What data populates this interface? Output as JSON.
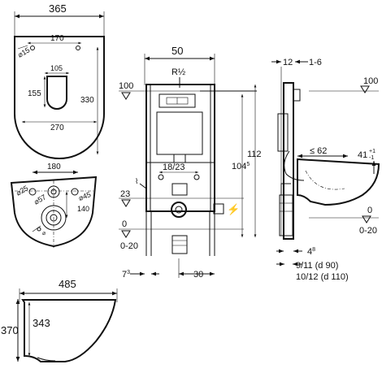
{
  "top_view": {
    "width": "365",
    "fix_spacing": "170",
    "fix_hole": "⌀15",
    "seat_width": "105",
    "bowl_depth": "155",
    "depth": "330",
    "bowl_width": "270"
  },
  "rear_view": {
    "spacing": "180",
    "hole_a": "⌀25",
    "hole_b": "⌀57",
    "hole_c": "⌀45",
    "height": "140",
    "outlet": "⌀"
  },
  "side_view": {
    "length": "485",
    "height": "370",
    "rim_height": "343"
  },
  "frame": {
    "width": "50",
    "connection": "R½",
    "level_top": "100",
    "height_112": "112",
    "height_104": "104",
    "height_104_sup": "5",
    "drain_spacing": "18/23",
    "level_23": "23",
    "level_zero": "0",
    "level_floor": "0-20",
    "offset_7": "7",
    "offset_7_sup": "3",
    "offset_30": "30"
  },
  "section": {
    "dim_12": "12",
    "dim_1_6": "1-6",
    "level_top": "100",
    "reach": "≤ 62",
    "rim": "41",
    "rim_tol_plus": "+1",
    "rim_tol_minus": "-1",
    "level_zero": "0",
    "level_floor": "0-20",
    "dim_4": "4",
    "dim_4_sup": "8",
    "pipe_90": "9/11   (d 90)",
    "pipe_110": "10/12 (d 110)"
  }
}
